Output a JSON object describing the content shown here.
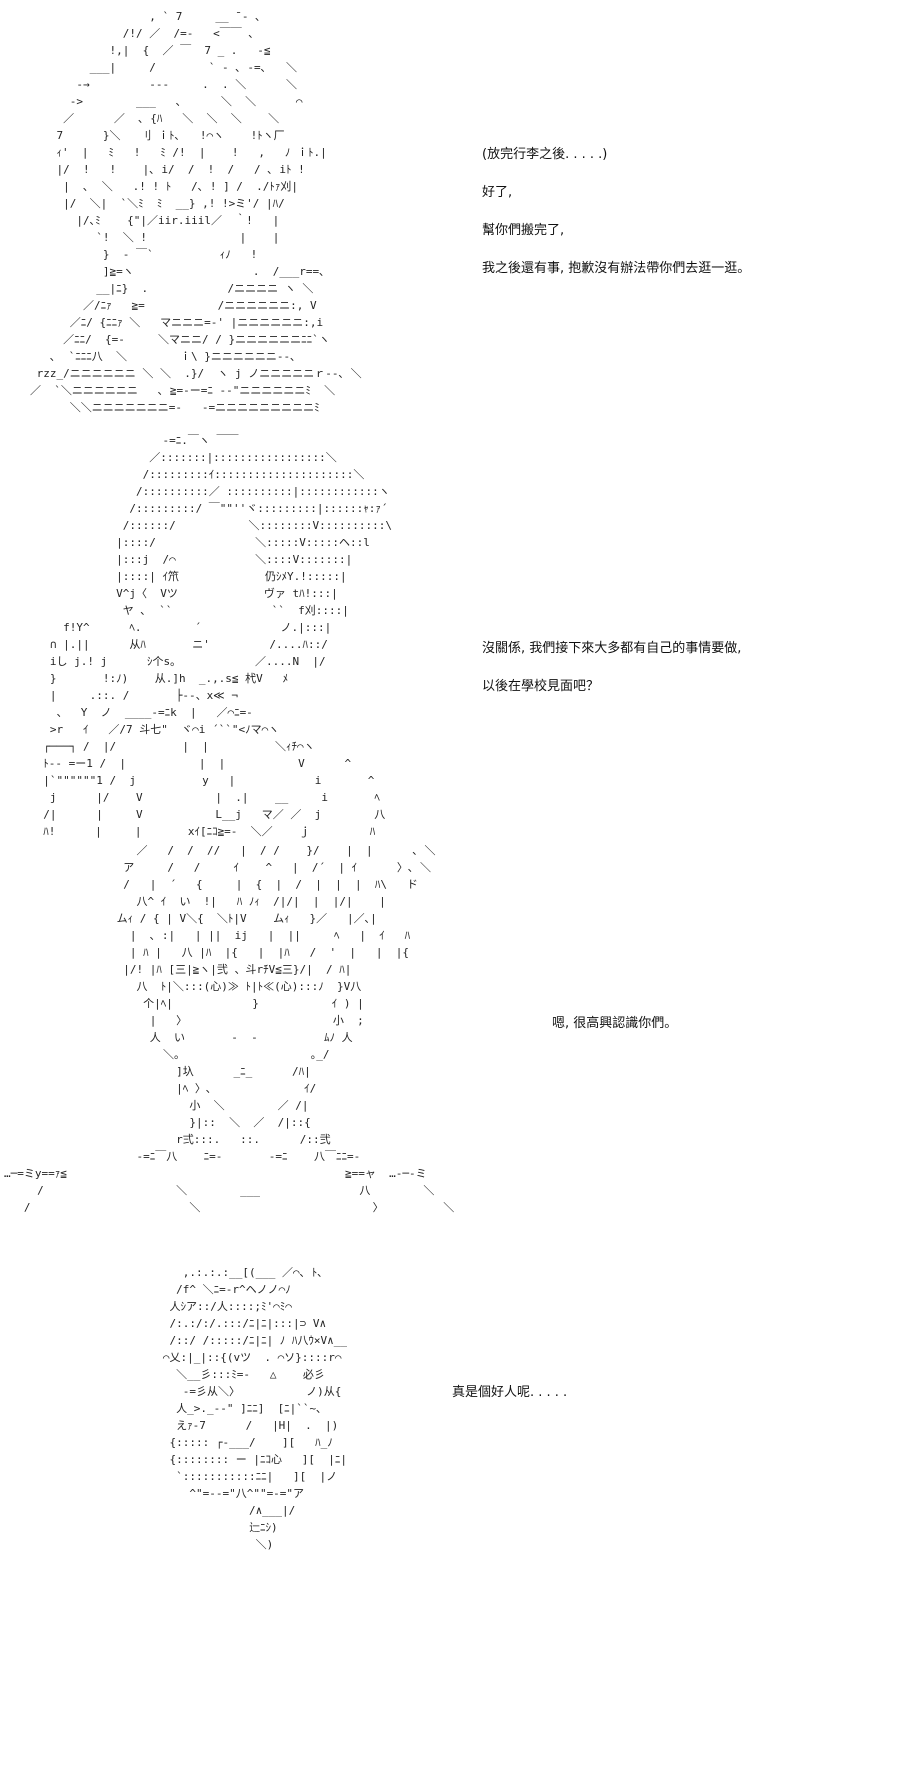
{
  "panels": [
    {
      "art": [
        "                  , ` 7     __ ̄ - ､",
        "              /!/ ／  /=-   <￣￣ ､",
        "            !,|  {  ／ ￣  7 _ .   -≦",
        "         ___|     /        ` ‐ ､ ‐=､   ＼",
        "       -→         ---     .  . ＼      ＼",
        "      ->        ___   ､      ＼  ＼      ⌒",
        "     ／      ／  ､ {ﾊ   ＼  ＼  ＼    ＼",
        "    7      }＼   刂 ｉﾄ､   !⌒ヽ    !ﾄヽ厂",
        "    ｨ'  |   ﾐ   !   ﾐ /!  |    !   ,   ﾉ ｉﾄ.|",
        "    |/  !   !    |､ i/  /  !  /   / ､ iﾄ !",
        "     |  ､  ＼   .! ! ﾄ   /､ ! ] /  ./ﾄｧ刈|",
        "     |/  ＼|  `＼ﾐ  ﾐ  __} ,! !>ミ'/ |ﾊ/",
        "       |/､ﾐ    {\"|／iir.iiil／  ｀!   |",
        "          `!  ＼ !              |    |",
        "           }  ‐ ￣`          ｨﾉ   !",
        "           ]≧=ヽ                  .  /___r==､",
        "          __|ﾆ}  .            /ニニニニ ヽ ＼",
        "        ／/ﾆｧ   ≧=           /ニニニニニニ:, V",
        "      ／ﾆ/ {ﾆﾆｧ ＼   マニニニ=-' |ニニニニニニ:,i",
        "     ／ﾆﾆ/  {=-     ＼マニニ/ / }ニニニニニニﾆﾆ`ヽ",
        "   ､  `ﾆﾆﾆ八  ＼        ｉ\\ }ニニニニニニ‐-､",
        " rzz_/ニニニニニニ ＼ ＼  .}/  ヽ j ノニニニニニｒ‐-､ ＼",
        "／  `＼ニニニニニニ   ､ ≧=‐ー=ﾆ -‐\"ニニニニニニﾐ  ＼",
        "      ＼＼ニニニニニニニ=-   -=ニニニニニニニニニﾐ"
      ],
      "lines": [
        "(放完行李之後. . . . .)",
        "好了,",
        "幫你們搬完了,",
        "我之後還有事, 抱歉沒有辦法帶你們去逛一逛。"
      ]
    },
    {
      "art": [
        "                    -=ﾆ.￣ヽ ￣￣",
        "                  ／:::::::|:::::::::::::::::＼",
        "                 /:::::::::ｲ:::::::::::::::::::::＼",
        "                /::::::::::／ ::::::::::|::::::::::::ヽ",
        "               /:::::::::/ ￣\"\"''ヾ:::::::::|::::::ｬ:ｧ´",
        "              /::::::/           ＼::::::::V::::::::::\\",
        "             |::::/               ＼:::::V:::::ヘ::l",
        "             |:::j  /⌒            ＼::::V:::::::|",
        "             |::::| ｲ笊             仍ｼﾒY.!:::::|",
        "             V^j〈  Vツ             ヴァ tﾊ!:::|",
        "              ヤ ､  ``               ``  f刈::::|",
        "     f!Y^      ﾍ.        ´            ノ.|:::|",
        "   ∩ |.||      从ﾊ       ニ'         /....ﾊ::/",
        "   iし j.! j      ｼ个s｡            ／....N  |/",
        "   }       !:ﾉ)    从.]h  _.,.s≦ 杙V   ﾒ",
        "   |     .::. /       ├‐-、x≪ ¬",
        "    、  Y  ノ  ____-=ﾆk  |   ／⌒ﾆ=-",
        "   >r   ｲ   ／/7 斗七\"  ヾ⌒i ´``\"<ﾉマ⌒ヽ",
        "  ┌───┐ /  |/          |  |          ＼ｨﾁ⌒ヽ",
        "  ﾄ-- =ー1 /  |           |  |           V      ^",
        "  |`\"\"\"\"\"\"1 /  j          y   |            i       ^",
        "   j      |/    V           |  .|    __     i       ﾍ",
        "  /|      |     V           L__j   マ／ ／  j        八",
        "  ﾊ!      |     |       xｲ[ﾆｺ≧=-  ＼／    ｊ         ﾊ"
      ],
      "lines": [
        "沒關係, 我們接下來大多都有自己的事情要做,",
        "以後在學校見面吧？"
      ]
    },
    {
      "art": [
        "                    ／   /  /  //   |  / /    }/    |  |      ､ ＼",
        "                  ア     /   /     ｲ    ^   |  /´  | ｲ      〉､ ＼",
        "                  /   |  ´   {     |  {  |  /  |  |  |  ﾊ\\   ド",
        "                    八^ ｲ  い  !|   ﾊ ﾉｨ  /|/|  |  |/|    |",
        "                 ムｨ / { | V＼{  ＼ﾄ|V    ムｨ   }／   |／､|",
        "                   |  ､ :|   | ||  ij   |  ||     ﾍ   |  ｲ   ﾊ",
        "                   | ﾊ |   八 |ﾊ  |{   |  |ﾊ   /  '  |   |  |{",
        "                  |/! |ﾊ [三|≧ヽ|弐 、斗rﾁV≦三}/|  / ﾊ|",
        "                    八  ﾄ|＼:::(心)≫ ﾄ|ﾄ≪(心):::ﾉ  }V八",
        "                     个|ﾍ|            }           ｲ ) |",
        "                      |   〉                      小  ;",
        "                      人  い       -  -          ﾑﾉ 人",
        "                        ＼。                   ｡_/",
        "                          ]圦      _ﾆ_      /ﾊ|",
        "                          |ﾍ 〉､              ｲ/",
        "                            小  ＼        ／ /|",
        "                            }|::  ＼  ／  /|::{",
        "                          r弍:::.   ::.      /::弐",
        "                    -=ﾆ￣八    ﾆ=-       -=ﾆ    八￣ﾆﾆ=-",
        "…─=ミy==ｧ≦                                          ≧==ャ  …‐─‐ミ",
        "     /                    ＼        ___               八        ＼",
        "   /                        ＼                          〉         ＼"
      ],
      "lines": [
        "嗯, 很高興認識你們。"
      ]
    },
    {
      "art": [
        "              ,.:.:.:__[(___ ／⌒､ ﾄ､",
        "             /f^ ＼ﾆ=‐r^ヘノノ⌒ﾉ",
        "            人ｼア::/人::::;ﾐ'⌒ﾐ⌒",
        "            /:.:/:/.:::/ﾆ|ﾆ|:::|⊃ V∧",
        "            /::/ /:::::/ﾆ|ﾆ| ﾉ ﾊ八ｳ×V∧__",
        "           ⌒乂:|_|::{(vツ  . ⌒ソ}::::r⌒",
        "             ＼__彡:::ﾐ=-   △    必彡",
        "              -=彡从＼〉          ノ)从{",
        "             人_>._-‐\" ]ﾆﾆ]  [ﾆ|``~､",
        "             えｧ-7      /   |H|  .  |)",
        "            {::::: ┌‐___/    ][   ﾊ_ﾉ",
        "            {:::::::: ー |ﾆｺ心   ][  |ﾆ|",
        "             `:::::::::::ﾆﾆ|   ][  |ノ",
        "               ^\"=-‐=\"八^\"\"=‐=\"ア",
        "                        /∧___|/",
        "                        辷ﾆｼ)",
        "                         ＼)"
      ],
      "lines": [
        "真是個好人呢. . . . ."
      ]
    }
  ]
}
